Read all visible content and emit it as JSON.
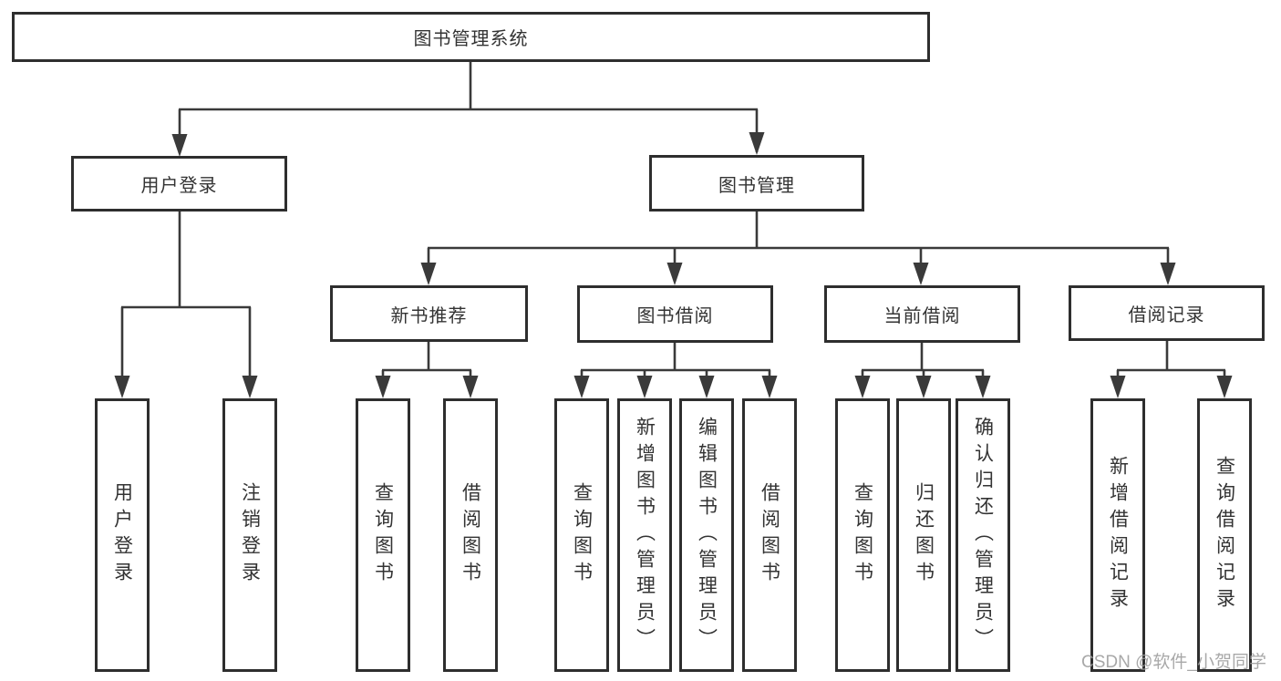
{
  "colors": {
    "background": "#ffffff",
    "line": "#3a3a3a",
    "box_border": "#2e2e2e",
    "text": "#333333",
    "watermark": "#9e9e9e"
  },
  "diagram": {
    "title": "图书管理系统",
    "level2": {
      "user_login": "用户登录",
      "book_mgmt": "图书管理"
    },
    "level3": {
      "new_book_rec": "新书推荐",
      "book_borrow": "图书借阅",
      "current_borrow": "当前借阅",
      "borrow_record": "借阅记录"
    },
    "leaves": {
      "user_login": "用户登录",
      "logout": "注销登录",
      "nbr_query": "查询图书",
      "nbr_borrow": "借阅图书",
      "bb_query": "查询图书",
      "bb_add": "新增图书（管理员）",
      "bb_edit": "编辑图书（管理员）",
      "bb_borrow": "借阅图书",
      "cb_query": "查询图书",
      "cb_return": "归还图书",
      "cb_confirm": "确认归还（管理员）",
      "br_add": "新增借阅记录",
      "br_query": "查询借阅记录"
    }
  },
  "watermark": "CSDN @软件_小贺同学"
}
